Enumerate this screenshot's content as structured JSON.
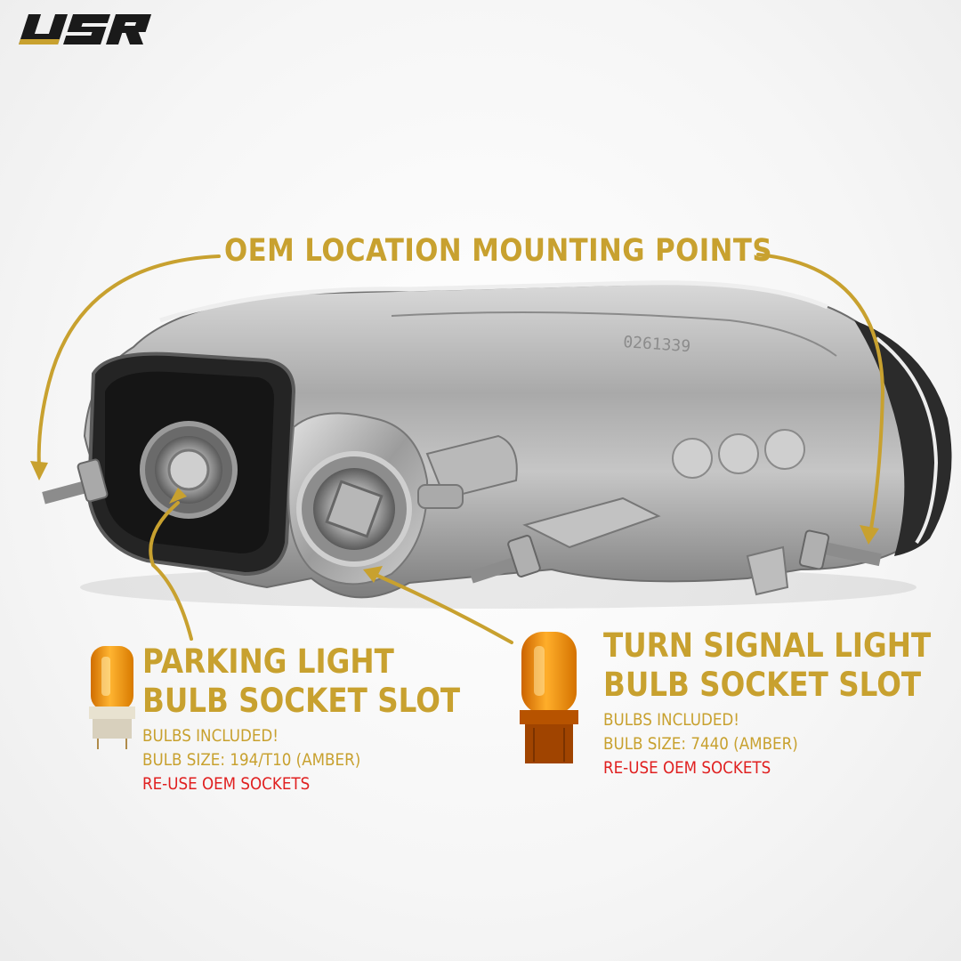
{
  "brand": {
    "logo_text": "USR",
    "gold_color": "#c8a12f",
    "red_color": "#e02020"
  },
  "heading": "OEM LOCATION MOUNTING POINTS",
  "parking": {
    "title_line1": "PARKING LIGHT",
    "title_line2": "BULB SOCKET SLOT",
    "bulbs_included": "BULBS INCLUDED!",
    "bulb_size": "BULB SIZE: 194/T10 (AMBER)",
    "note": "RE-USE OEM SOCKETS",
    "bulb_icon": "amber-wedge-bulb-icon"
  },
  "turn": {
    "title_line1": "TURN SIGNAL LIGHT",
    "title_line2": "BULB SOCKET SLOT",
    "bulbs_included": "BULBS INCLUDED!",
    "bulb_size": "BULB SIZE: 7440 (AMBER)",
    "note": "RE-USE OEM SOCKETS",
    "bulb_icon": "amber-7440-bulb-icon"
  },
  "housing_part_number": "0261339"
}
